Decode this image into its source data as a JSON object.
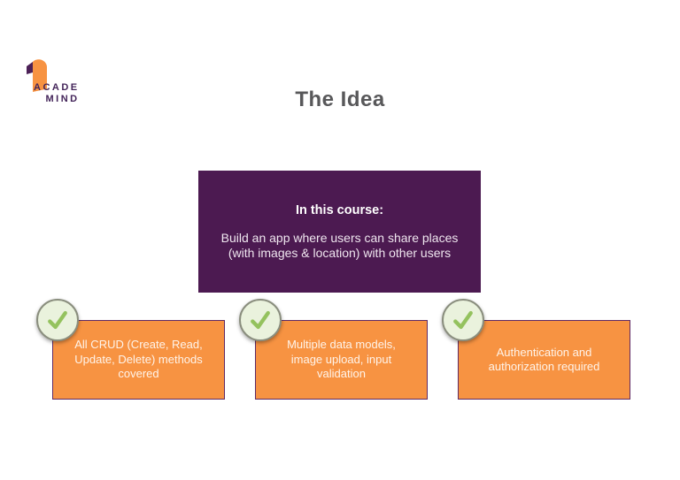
{
  "logo": {
    "brand_top": "ACADE",
    "brand_bottom": "MIND"
  },
  "title": "The Idea",
  "course_box": {
    "heading": "In this course:",
    "body_lines": [
      "Build an app where users can share places",
      "(with images & location) with other users"
    ]
  },
  "features": [
    {
      "icon": "checkmark-icon",
      "lines": [
        "All CRUD (Create, Read,",
        "Update, Delete) methods",
        "covered"
      ]
    },
    {
      "icon": "checkmark-icon",
      "lines": [
        "Multiple data models,",
        "image upload, input",
        "validation"
      ]
    },
    {
      "icon": "checkmark-icon",
      "lines": [
        "Authentication and",
        "authorization required"
      ]
    }
  ],
  "colors": {
    "accent_orange": "#F79342",
    "brand_purple": "#4C1A51",
    "title_gray": "#58585A",
    "check_green": "#94C25E",
    "check_circle_fill": "#EAF2DD",
    "check_circle_border": "#8A8E7E",
    "box_border_purple": "#5E2A64",
    "logo_text_purple": "#432459"
  }
}
